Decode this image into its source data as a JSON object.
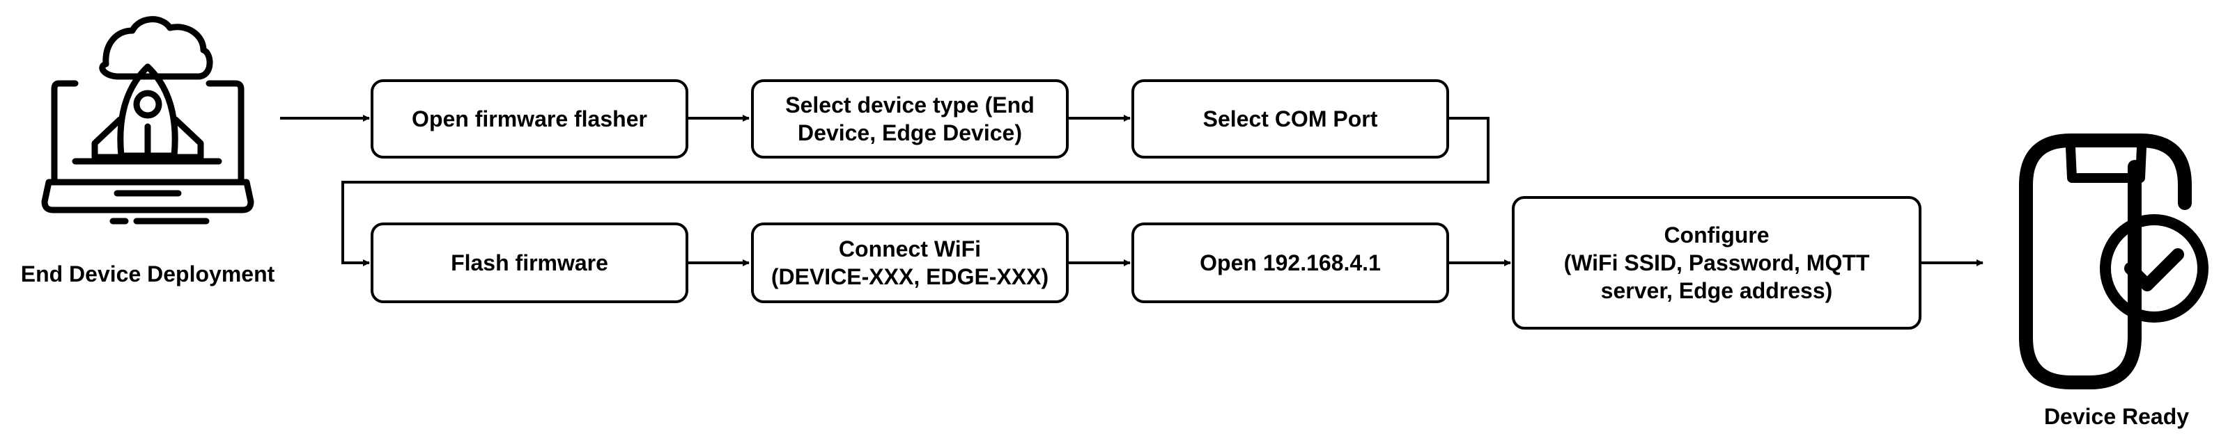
{
  "start": {
    "label": "End Device Deployment",
    "icon": "laptop-rocket-cloud-icon"
  },
  "end": {
    "label": "Device Ready",
    "icon": "phone-checkmark-icon"
  },
  "steps": [
    {
      "id": "flasher",
      "lines": [
        "Open firmware flasher"
      ]
    },
    {
      "id": "device-type",
      "lines": [
        "Select device type (End",
        "Device, Edge Device)"
      ]
    },
    {
      "id": "com-port",
      "lines": [
        "Select COM Port"
      ]
    },
    {
      "id": "flash",
      "lines": [
        "Flash firmware"
      ]
    },
    {
      "id": "wifi",
      "lines": [
        "Connect WiFi",
        "(DEVICE-XXX, EDGE-XXX)"
      ]
    },
    {
      "id": "open-ip",
      "lines": [
        "Open 192.168.4.1"
      ]
    },
    {
      "id": "configure",
      "lines": [
        "Configure",
        "(WiFi SSID, Password, MQTT",
        "server, Edge address)"
      ]
    }
  ]
}
